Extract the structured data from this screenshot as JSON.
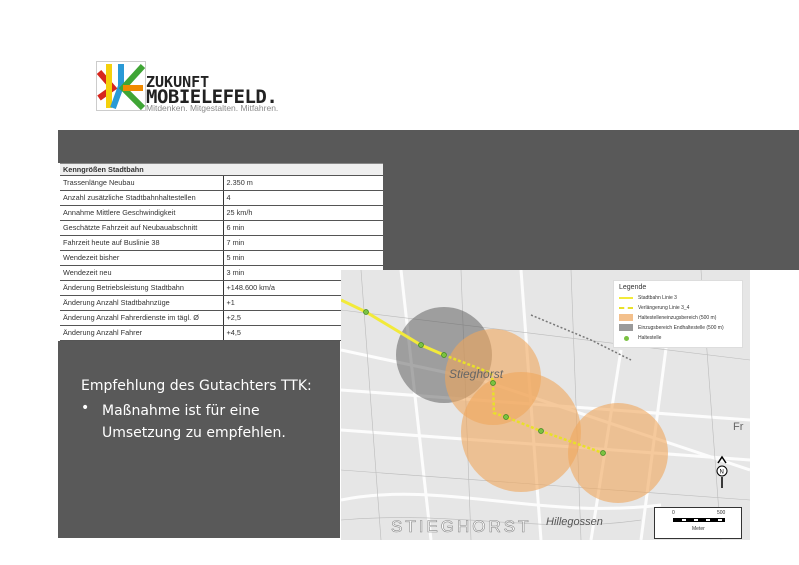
{
  "logo": {
    "line1": "ZUKUNFT",
    "line2": "MOBIELEFELD.",
    "tagline": "Mitdenken. Mitgestalten. Mitfahren."
  },
  "table": {
    "title": "Kenngrößen Stadtbahn",
    "rows": [
      [
        "Trassenlänge Neubau",
        "2.350 m"
      ],
      [
        "Anzahl zusätzliche Stadtbahnhaltestellen",
        "4"
      ],
      [
        "Annahme Mittlere Geschwindigkeit",
        "25 km/h"
      ],
      [
        "Geschätzte Fahrzeit auf Neubauabschnitt",
        "6 min"
      ],
      [
        "Fahrzeit heute auf Buslinie 38",
        "7 min"
      ],
      [
        "Wendezeit bisher",
        "5 min"
      ],
      [
        "Wendezeit neu",
        "3 min"
      ],
      [
        "Änderung Betriebsleistung Stadtbahn",
        "+148.600 km/a"
      ],
      [
        "Änderung Anzahl Stadtbahnzüge",
        "+1"
      ],
      [
        "Änderung Anzahl Fahrerdienste im tägl. Ø",
        "+2,5"
      ],
      [
        "Änderung Anzahl Fahrer",
        "+4,5"
      ]
    ]
  },
  "recommendation": {
    "heading": "Empfehlung des Gutachters TTK:",
    "bullet": "•",
    "text": "Maßnahme ist  für eine Umsetzung zu empfehlen."
  },
  "map": {
    "labels": {
      "district": "Stieghorst",
      "district_large": "STIEGHORST",
      "other": "Hillegossen",
      "edge": "Fr"
    },
    "legend": {
      "title": "Legende",
      "items": [
        {
          "label": "Stadtbahn Linie 3",
          "color": "#f5e63c"
        },
        {
          "label": "Verlängerung Linie 3_4",
          "color": "#e9e233"
        },
        {
          "label": "Haltestelleneinzugsbereich (500 m)",
          "color": "#f3c08c"
        },
        {
          "label": "Einzugsbereich Endhaltestelle (500 m)",
          "color": "#9a9a9a"
        },
        {
          "label": "Haltestelle",
          "color": "#7bc142"
        }
      ]
    },
    "scale": {
      "start": "0",
      "end": "500",
      "unit": "Meter"
    },
    "north": "N"
  },
  "colors": {
    "panel": "#595959"
  }
}
